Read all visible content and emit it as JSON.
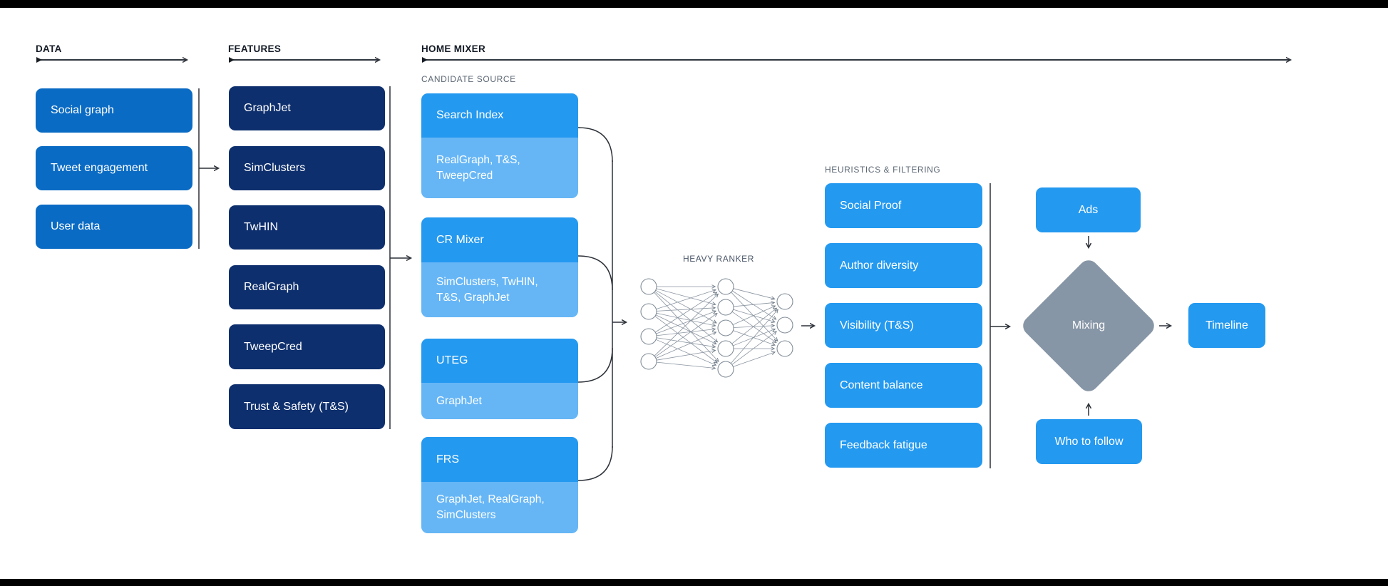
{
  "colors": {
    "data_card": "#0a6bc4",
    "feature_card": "#0e2f6d",
    "primary_card": "#2499f0",
    "sub_card": "#66b6f6",
    "mixing_diamond": "#8796a6",
    "letterbox_bar": "#000000"
  },
  "headers": {
    "data": "DATA",
    "features": "FEATURES",
    "home_mixer": "HOME MIXER"
  },
  "data_column": {
    "items": [
      "Social graph",
      "Tweet engagement",
      "User data"
    ]
  },
  "features_column": {
    "items": [
      "GraphJet",
      "SimClusters",
      "TwHIN",
      "RealGraph",
      "TweepCred",
      "Trust & Safety (T&S)"
    ]
  },
  "candidate_source": {
    "label": "CANDIDATE SOURCE",
    "cards": [
      {
        "title": "Search Index",
        "sources": "RealGraph, T&S,\nTweepCred"
      },
      {
        "title": "CR Mixer",
        "sources": "SimClusters, TwHIN,\nT&S, GraphJet"
      },
      {
        "title": "UTEG",
        "sources": "GraphJet"
      },
      {
        "title": "FRS",
        "sources": "GraphJet, RealGraph,\nSimClusters"
      }
    ]
  },
  "heavy_ranker": {
    "label": "HEAVY RANKER",
    "network_layers": [
      4,
      5,
      3
    ]
  },
  "heuristics": {
    "label": "HEURISTICS & FILTERING",
    "items": [
      "Social Proof",
      "Author diversity",
      "Visibility (T&S)",
      "Content balance",
      "Feedback fatigue"
    ]
  },
  "mixer_flow": {
    "ads": "Ads",
    "mixing": "Mixing",
    "who_to_follow": "Who to follow",
    "timeline": "Timeline"
  }
}
